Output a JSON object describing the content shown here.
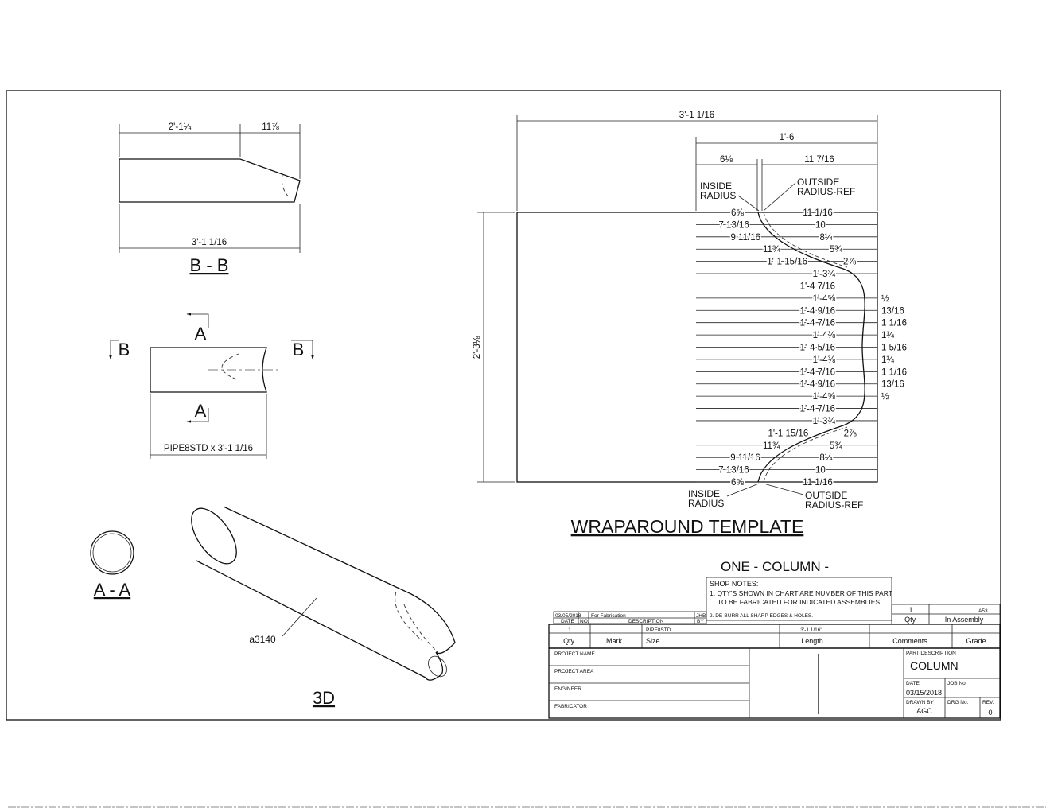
{
  "views": {
    "bb": {
      "top_left_dim": "2'-1¼",
      "top_right_dim": "11⅞",
      "bottom_dim": "3'-1 1/16",
      "label": "B - B"
    },
    "plan": {
      "section_a_top": "A",
      "section_a_bottom": "A",
      "section_b_left": "B",
      "section_b_right": "B",
      "caption": "PIPE8STD x 3'-1 1/16"
    },
    "aa": {
      "label": "A - A"
    },
    "iso": {
      "label": "3D",
      "callout": "a3140"
    }
  },
  "template": {
    "title": "WRAPAROUND TEMPLATE",
    "overall_width": "3'-1 1/16",
    "height": "2'-3⅛",
    "dim_1_6": "1'-6",
    "dim_6_1_8": "6⅛",
    "dim_11_7_16": "11 7/16",
    "inside_radius_top": [
      "INSIDE",
      "RADIUS"
    ],
    "outside_radius_top": [
      "OUTSIDE",
      "RADIUS-REF"
    ],
    "inside_radius_bottom": [
      "INSIDE",
      "RADIUS"
    ],
    "outside_radius_bottom": [
      "OUTSIDE",
      "RADIUS-REF"
    ],
    "left_ordinates": [
      "6⅝",
      "7 13/16",
      "9 11/16",
      "11¾",
      "1'-1 15/16",
      "1'-3¾",
      "1'-4 7/16",
      "1'-4⅝",
      "1'-4 9/16",
      "1'-4 7/16",
      "1'-4⅜",
      "1'-4 5/16",
      "1'-4⅜",
      "1'-4 7/16",
      "1'-4 9/16",
      "1'-4⅝",
      "1'-4 7/16",
      "1'-3¾",
      "1'-1 15/16",
      "11¾",
      "9 11/16",
      "7 13/16",
      "6⅝"
    ],
    "right_ordinates": [
      {
        "row": 0,
        "text": "11 1/16"
      },
      {
        "row": 1,
        "text": "10"
      },
      {
        "row": 2,
        "text": "8¼"
      },
      {
        "row": 3,
        "text": "5¾"
      },
      {
        "row": 4,
        "text": "2⅞"
      },
      {
        "row": 7,
        "text": "½"
      },
      {
        "row": 8,
        "text": "13/16"
      },
      {
        "row": 9,
        "text": "1 1/16"
      },
      {
        "row": 10,
        "text": "1¼"
      },
      {
        "row": 11,
        "text": "1 5/16"
      },
      {
        "row": 12,
        "text": "1¼"
      },
      {
        "row": 13,
        "text": "1 1/16"
      },
      {
        "row": 14,
        "text": "13/16"
      },
      {
        "row": 15,
        "text": "½"
      },
      {
        "row": 18,
        "text": "2⅞"
      },
      {
        "row": 19,
        "text": "5¾"
      },
      {
        "row": 20,
        "text": "8¼"
      },
      {
        "row": 21,
        "text": "10"
      },
      {
        "row": 22,
        "text": "11 1/16"
      }
    ]
  },
  "notes": {
    "heading": "ONE - COLUMN -",
    "shop_notes_title": "SHOP NOTES:",
    "note1_line1": "1.  QTY'S SHOWN IN CHART ARE NUMBER OF THIS PART",
    "note1_line2": "TO BE FABRICATED FOR INDICATED ASSEMBLIES.",
    "note2": "2.  DE-BURR ALL SHARP EDGES & HOLES."
  },
  "title_block": {
    "rev_date": "03/05/2018",
    "rev_desc": "For Fabrication",
    "rev_date_label": "DATE",
    "rev_no_label": "NO.",
    "rev_desc_label": "DESCRIPTION",
    "rev_by_label": "BY",
    "rev_by_initials": "JHB",
    "assembly_qty": "1",
    "assembly_mark": "A53",
    "qty_label": "Qty.",
    "in_assembly_label": "In Assembly",
    "row_qty": "1",
    "row_size": "PIPE8STD",
    "row_length": "3'-1 1/16\"",
    "headers": [
      "Qty.",
      "Mark",
      "Size",
      "Length",
      "Comments",
      "Grade"
    ],
    "project_name_label": "PROJECT NAME",
    "project_area_label": "PROJECT AREA",
    "engineer_label": "ENGINEER",
    "fabricator_label": "FABRICATOR",
    "part_desc_label": "PART DESCRIPTION",
    "part_desc": "COLUMN",
    "date_label": "DATE",
    "date": "03/15/2018",
    "job_label": "JOB No.",
    "drawn_by_label": "DRAWN BY",
    "drawn_by": "AGC",
    "dwg_label": "DRG No.",
    "rev_label": "REV.",
    "rev": "0"
  }
}
